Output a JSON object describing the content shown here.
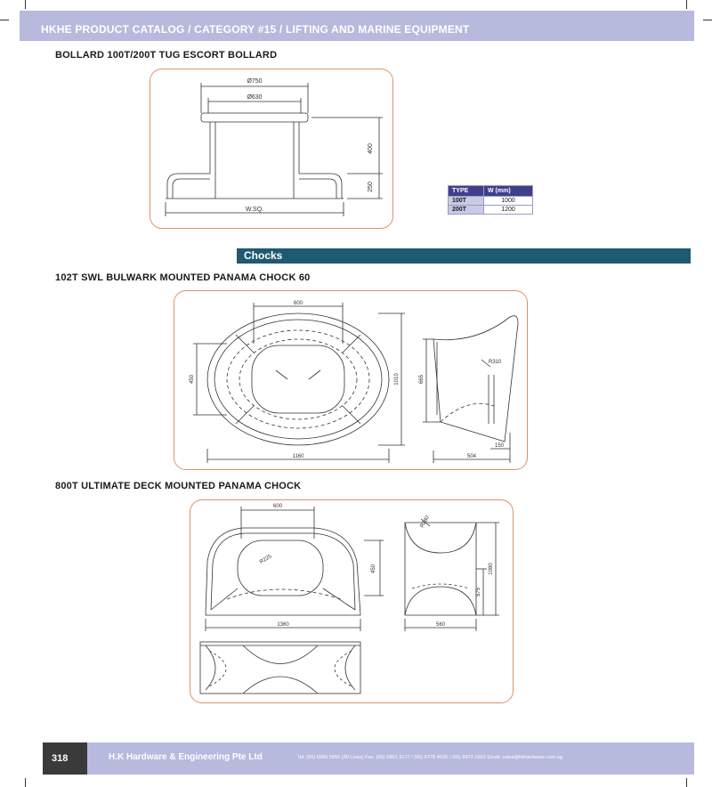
{
  "header": {
    "title": "HKHE PRODUCT CATALOG / CATEGORY #15 / LIFTING AND MARINE EQUIPMENT"
  },
  "bollard": {
    "title": "BOLLARD 100T/200T TUG ESCORT BOLLARD",
    "dims": {
      "outer_dia": "Ø750",
      "inner_dia": "Ø630",
      "height_upper": "400",
      "height_lower": "250",
      "base": "W.SQ."
    },
    "table": {
      "headers": [
        "TYPE",
        "W (mm)"
      ],
      "rows": [
        {
          "type": "100T",
          "w": "1000"
        },
        {
          "type": "200T",
          "w": "1200"
        }
      ]
    }
  },
  "chocks_section": {
    "label": "Chocks"
  },
  "chock60": {
    "title": "102T SWL BULWARK MOUNTED PANAMA CHOCK 60",
    "dims": {
      "top": "600",
      "left": "450",
      "height": "1010",
      "side_height": "665",
      "radius": "R310",
      "bottom": "1160",
      "side_bottom": "504",
      "side_small": "150"
    }
  },
  "chock800": {
    "title": "800T ULTIMATE DECK MOUNTED PANAMA CHOCK",
    "dims": {
      "top": "600",
      "radius": "R225",
      "height": "450",
      "bottom": "1360",
      "side_radius": "R380",
      "side_h1": "575",
      "side_h2": "1080",
      "side_bottom": "560"
    }
  },
  "footer": {
    "page": "318",
    "company": "H.K Hardware & Engineering Pte Ltd",
    "contact": "Tel: (65) 6565 5555 (30 Lines)  Fax: (65) 6861 3177 / (65) 6778 4025 / (65) 6873 1602   Email: sales@hkhardware.com.sg"
  }
}
